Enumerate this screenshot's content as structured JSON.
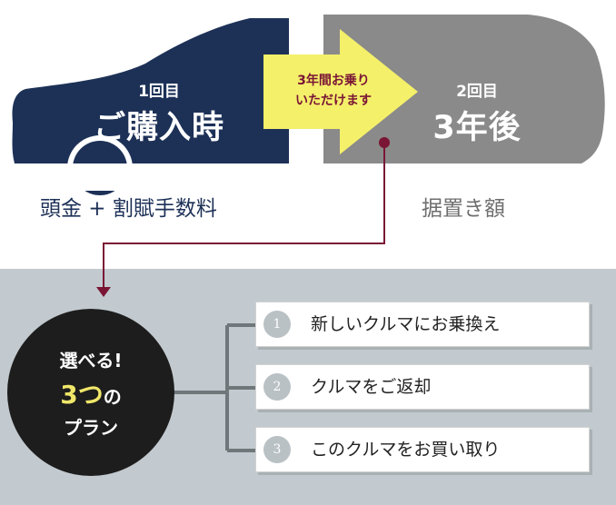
{
  "first_payment": {
    "count": "1回目",
    "title": "ご購入時",
    "label": "頭金 + 割賦手数料"
  },
  "arrow": {
    "line1": "3年間お乗り",
    "line2": "いただけます"
  },
  "second_payment": {
    "count": "2回目",
    "title": "3年後",
    "label": "据置き額"
  },
  "choices": {
    "line1": "選べる!",
    "line2_number": "3つ",
    "line2_suffix": "の",
    "line3": "プラン"
  },
  "options": [
    {
      "number": "1",
      "label": "新しいクルマにお乗換え"
    },
    {
      "number": "2",
      "label": "クルマをご返却"
    },
    {
      "number": "3",
      "label": "このクルマをお買い取り"
    }
  ],
  "colors": {
    "navy": "#1d3157",
    "gray_car": "#8a8a8a",
    "arrow_yellow": "#f4f06a",
    "maroon": "#7a1535",
    "panel": "#c2cacf",
    "circle": "#1d1d1d",
    "highlight": "#f0e76a"
  }
}
